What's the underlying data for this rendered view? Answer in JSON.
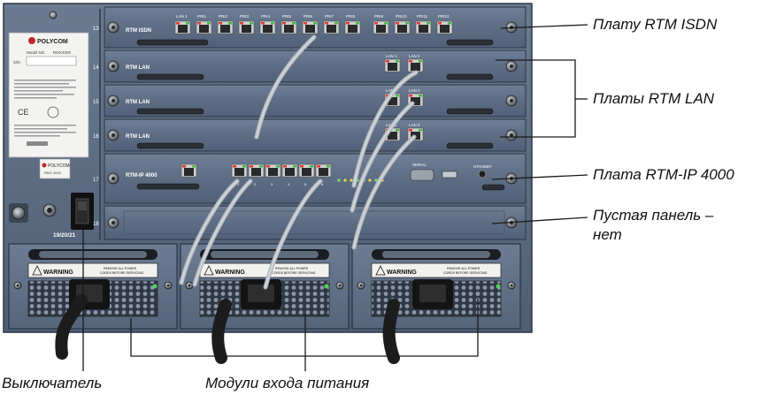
{
  "callouts": {
    "rtm_isdn": "Плату RTM ISDN",
    "rtm_lan": "Платы RTM LAN",
    "rtm_ip": "Плата RTM-IP 4000",
    "empty_panel_line1": "Пустая панель –",
    "empty_panel_line2": "нет",
    "switch": "Выключатель",
    "power_modules": "Модули входа питания"
  },
  "device_labels": {
    "brand": "POLYCOM",
    "model_no_caption": "Model NO.",
    "model_no_value": "RMX4000",
    "sn_caption": "S/N:",
    "rmx_label": "RMX 4000",
    "card_isdn": "RTM ISDN",
    "card_lan": "RTM LAN",
    "card_ip": "RTM-IP 4000",
    "slot_numbers": [
      "13",
      "14",
      "15",
      "16",
      "17",
      "18"
    ],
    "switch_caption": "19/20/21",
    "isdn_ports": [
      "LAN 1",
      "PRI1",
      "PRI2",
      "PRI3",
      "PRI4",
      "PRI5",
      "PRI6",
      "PRI7",
      "PRI8",
      "PRI9",
      "PRI10",
      "PRI11",
      "PRI12"
    ],
    "lan_ports": [
      "LAN 1",
      "LAN 2"
    ],
    "ip_serial": "SERIAL",
    "ip_standby": "STANDBY",
    "ip_ports": [
      "1",
      "2",
      "3",
      "4",
      "5",
      "6"
    ],
    "warning": "WARNING",
    "warning_text_1": "REMOVE ALL POWER",
    "warning_text_2": "CORDS BEFORE SERVICING"
  },
  "colors": {
    "chassis": "#5e6f86",
    "chassis_dark": "#3f4a5b",
    "line": "#1a1a1a"
  }
}
